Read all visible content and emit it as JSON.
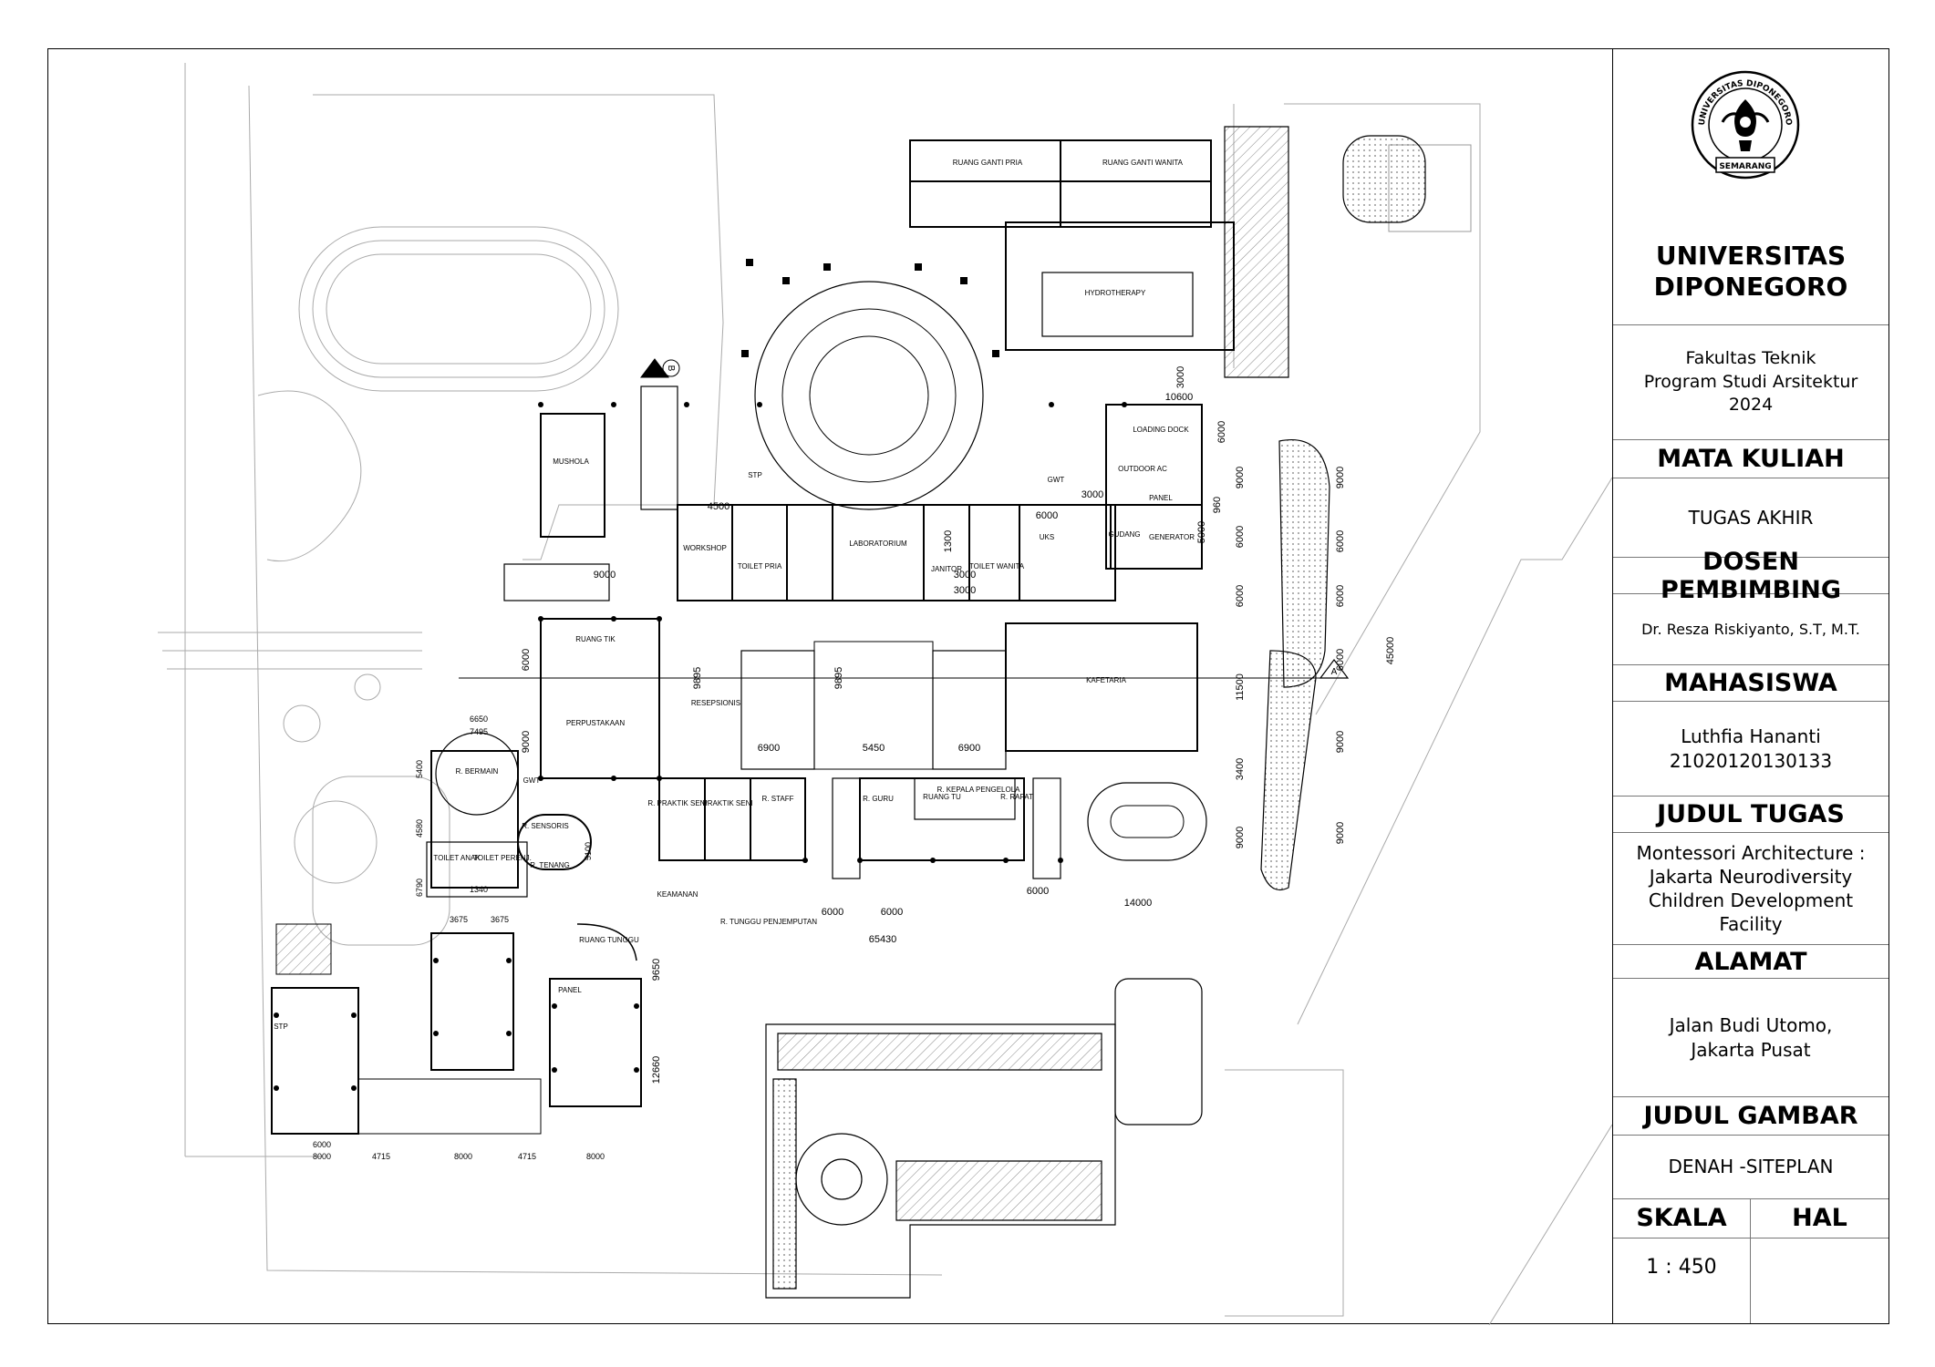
{
  "title_block": {
    "university_line1": "UNIVERSITAS",
    "university_line2": "DIPONEGORO",
    "faculty": [
      "Fakultas Teknik",
      "Program Studi Arsitektur",
      "2024"
    ],
    "mata_kuliah_label": "MATA KULIAH",
    "mata_kuliah_value": "TUGAS AKHIR",
    "dosen_label": "DOSEN PEMBIMBING",
    "dosen_value": "Dr. Resza Riskiyanto, S.T, M.T.",
    "mahasiswa_label": "MAHASISWA",
    "mahasiswa_name": "Luthfia Hananti",
    "mahasiswa_nim": "21020120130133",
    "judul_tugas_label": "JUDUL TUGAS",
    "judul_tugas_value": [
      "Montessori Architecture :",
      "Jakarta Neurodiversity",
      "Children Development",
      "Facility"
    ],
    "alamat_label": "ALAMAT",
    "alamat_value": [
      "Jalan Budi Utomo,",
      "Jakarta Pusat"
    ],
    "judul_gambar_label": "JUDUL GAMBAR",
    "judul_gambar_value": "DENAH -SITEPLAN",
    "skala_label": "SKALA",
    "skala_value": "1 : 450",
    "hal_label": "HAL"
  },
  "logo": {
    "ring_top": "UNIVERSITAS DIPONEGORO",
    "ring_bottom": "SEMARANG"
  },
  "rooms": [
    {
      "key": "r1",
      "label": "RUANG GANTI PRIA"
    },
    {
      "key": "r2",
      "label": "RUANG GANTI WANITA"
    },
    {
      "key": "r3",
      "label": "HYDROTHERAPY"
    },
    {
      "key": "r4",
      "label": "LOADING DOCK"
    },
    {
      "key": "r5",
      "label": "OUTDOOR AC"
    },
    {
      "key": "r6",
      "label": "PANEL"
    },
    {
      "key": "r7",
      "label": "GUDANG"
    },
    {
      "key": "r8",
      "label": "GENERATOR"
    },
    {
      "key": "r9",
      "label": "MUSHOLA"
    },
    {
      "key": "r10",
      "label": "STP"
    },
    {
      "key": "r11",
      "label": "GWT"
    },
    {
      "key": "r12",
      "label": "WORKSHOP"
    },
    {
      "key": "r13",
      "label": "TOILET PRIA"
    },
    {
      "key": "r14",
      "label": "LABORATORIUM"
    },
    {
      "key": "r15",
      "label": "JANITOR"
    },
    {
      "key": "r16",
      "label": "TOILET WANITA"
    },
    {
      "key": "r17",
      "label": "UKS"
    },
    {
      "key": "r18",
      "label": "RUANG TIK"
    },
    {
      "key": "r19",
      "label": "PERPUSTAKAAN"
    },
    {
      "key": "r20",
      "label": "RESEPSIONIS"
    },
    {
      "key": "r21",
      "label": "KAFETARIA"
    },
    {
      "key": "r22",
      "label": "R. BERMAIN"
    },
    {
      "key": "r23",
      "label": "GWT"
    },
    {
      "key": "r24",
      "label": "R. SENSORIS"
    },
    {
      "key": "r25",
      "label": "R. TENANG"
    },
    {
      "key": "r26",
      "label": "TOILET ANAK"
    },
    {
      "key": "r27",
      "label": "TOILET PERENJ."
    },
    {
      "key": "r28",
      "label": "R. PRAKTIK SENI"
    },
    {
      "key": "r29",
      "label": "PRAKTIK SENI"
    },
    {
      "key": "r30",
      "label": "R. STAFF"
    },
    {
      "key": "r31",
      "label": "R. GURU"
    },
    {
      "key": "r32",
      "label": "RUANG TU"
    },
    {
      "key": "r33",
      "label": "R. KEPALA PENGELOLA"
    },
    {
      "key": "r34",
      "label": "R. RAPAT"
    },
    {
      "key": "r35",
      "label": "KEAMANAN"
    },
    {
      "key": "r36",
      "label": "R. TUNGGU PENJEMPUTAN"
    },
    {
      "key": "r37",
      "label": "RUANG TUNGGU"
    },
    {
      "key": "r38",
      "label": "PANEL"
    },
    {
      "key": "r39",
      "label": "STP"
    }
  ],
  "dimensions": [
    {
      "key": "d1",
      "value": "10600"
    },
    {
      "key": "d2",
      "value": "3000"
    },
    {
      "key": "d3",
      "value": "6000"
    },
    {
      "key": "d4",
      "value": "9000"
    },
    {
      "key": "d5",
      "value": "3000"
    },
    {
      "key": "d6",
      "value": "960"
    },
    {
      "key": "d7",
      "value": "5000"
    },
    {
      "key": "d8",
      "value": "6000"
    },
    {
      "key": "d9",
      "value": "3000"
    },
    {
      "key": "d10",
      "value": "4500"
    },
    {
      "key": "d11",
      "value": "6000"
    },
    {
      "key": "d12",
      "value": "1300"
    },
    {
      "key": "d13",
      "value": "3000"
    },
    {
      "key": "d14",
      "value": "9000"
    },
    {
      "key": "d15",
      "value": "6000"
    },
    {
      "key": "d16",
      "value": "9000"
    },
    {
      "key": "d17",
      "value": "9895"
    },
    {
      "key": "d18",
      "value": "9895"
    },
    {
      "key": "d19",
      "value": "6900"
    },
    {
      "key": "d20",
      "value": "5450"
    },
    {
      "key": "d21",
      "value": "6900"
    },
    {
      "key": "d22",
      "value": "6000"
    },
    {
      "key": "d23",
      "value": "11500"
    },
    {
      "key": "d24",
      "value": "3400"
    },
    {
      "key": "d25",
      "value": "9000"
    },
    {
      "key": "d26",
      "value": "9000"
    },
    {
      "key": "d27",
      "value": "6000"
    },
    {
      "key": "d28",
      "value": "6000"
    },
    {
      "key": "d29",
      "value": "6000"
    },
    {
      "key": "d30",
      "value": "9000"
    },
    {
      "key": "d31",
      "value": "9000"
    },
    {
      "key": "d32",
      "value": "45000"
    },
    {
      "key": "d33",
      "value": "6000"
    },
    {
      "key": "d34",
      "value": "14000"
    },
    {
      "key": "d35",
      "value": "6000"
    },
    {
      "key": "d36",
      "value": "6000"
    },
    {
      "key": "d37",
      "value": "65430"
    },
    {
      "key": "d38",
      "value": "9650"
    },
    {
      "key": "d39",
      "value": "12660"
    },
    {
      "key": "d40",
      "value": "6650"
    },
    {
      "key": "d41",
      "value": "7495"
    },
    {
      "key": "d42",
      "value": "5400"
    },
    {
      "key": "d43",
      "value": "4580"
    },
    {
      "key": "d44",
      "value": "6790"
    },
    {
      "key": "d45",
      "value": "1340"
    },
    {
      "key": "d46",
      "value": "3675"
    },
    {
      "key": "d47",
      "value": "3675"
    },
    {
      "key": "d48",
      "value": "5100"
    },
    {
      "key": "d49",
      "value": "6000"
    },
    {
      "key": "d50",
      "value": "8000"
    },
    {
      "key": "d51",
      "value": "4715"
    },
    {
      "key": "d52",
      "value": "8000"
    },
    {
      "key": "d53",
      "value": "4715"
    },
    {
      "key": "d54",
      "value": "8000"
    }
  ],
  "section_markers": [
    {
      "key": "sA",
      "label": "A"
    },
    {
      "key": "sB",
      "label": "B"
    }
  ],
  "colors": {
    "line": "#000000",
    "light_line": "#9a9a9a",
    "hatch": "#8a8a8a",
    "border": "#777777"
  }
}
